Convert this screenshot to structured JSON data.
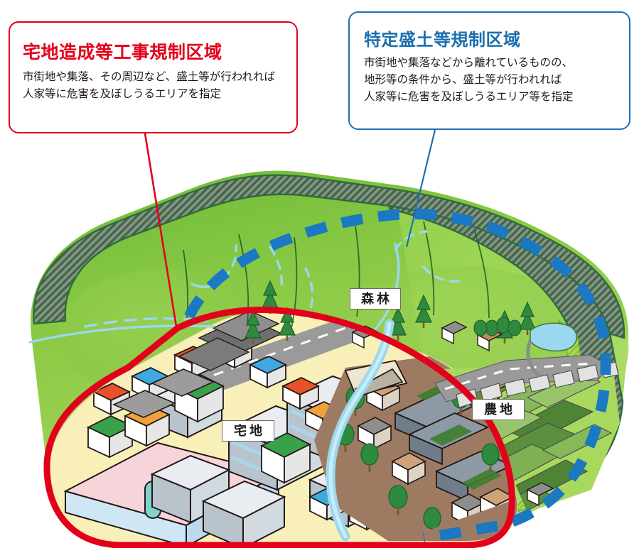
{
  "diagram": {
    "kind": "land-use-regulation-illustration",
    "language": "ja"
  },
  "callouts": [
    {
      "id": "residential-construction-regulated-area",
      "accent": "#e3001b",
      "title": "宅地造成等工事規制区域",
      "body_lines": [
        "市街地や集落、その周辺など、盛土等が行われれば",
        "人家等に危害を及ぼしうるエリアを指定"
      ]
    },
    {
      "id": "specified-fill-regulated-area",
      "accent": "#1b6fae",
      "title": "特定盛土等規制区域",
      "body_lines": [
        "市街地や集落などから離れているものの、",
        "地形等の条件から、盛土等が行われれば",
        "人家等に危害を及ぼしうるエリア等を指定"
      ]
    }
  ],
  "map_labels": [
    {
      "id": "forest",
      "text": "森林"
    },
    {
      "id": "residential",
      "text": "宅地"
    },
    {
      "id": "farm",
      "text": "農地"
    }
  ],
  "legend_colors": {
    "red_boundary": "#e3001b",
    "blue_dashed_boundary": "#1b78c2",
    "hatched_ridge": "#5f7a62",
    "mountain_green": "#7fc241",
    "slope_green": "#93cf4e",
    "urban_yellow": "#f7efb4",
    "village_brown": "#9e7a62",
    "river_blue": "#9fd9f2",
    "road_gray": "#8c8c8c"
  }
}
